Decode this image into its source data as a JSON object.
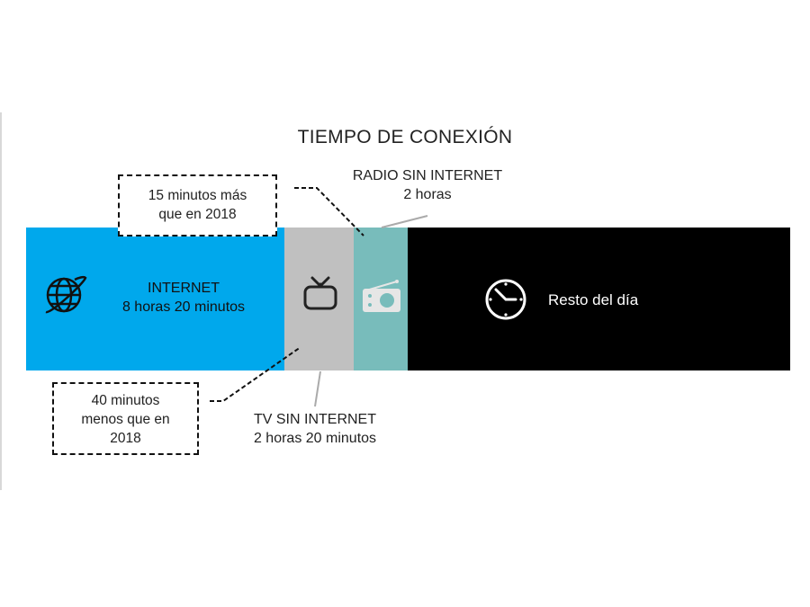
{
  "title": "TIEMPO DE CONEXIÓN",
  "segments": {
    "internet": {
      "label": "INTERNET",
      "value": "8 horas 20 minutos",
      "color": "#00a8ec",
      "icon": "globe-icon"
    },
    "tv": {
      "label": "TV SIN INTERNET",
      "value": "2 horas 20 minutos",
      "color": "#c0c0c0",
      "icon": "tv-icon"
    },
    "radio": {
      "label": "RADIO SIN INTERNET",
      "value": "2 horas",
      "color": "#78bcbb",
      "icon": "radio-icon"
    },
    "rest": {
      "label": "Resto del día",
      "color": "#000000",
      "icon": "clock-icon"
    }
  },
  "notes": {
    "internet_change": {
      "line1": "15 minutos más",
      "line2": "que en 2018"
    },
    "tv_change": {
      "line1": "40 minutos",
      "line2": "menos que en",
      "line3": "2018"
    }
  }
}
